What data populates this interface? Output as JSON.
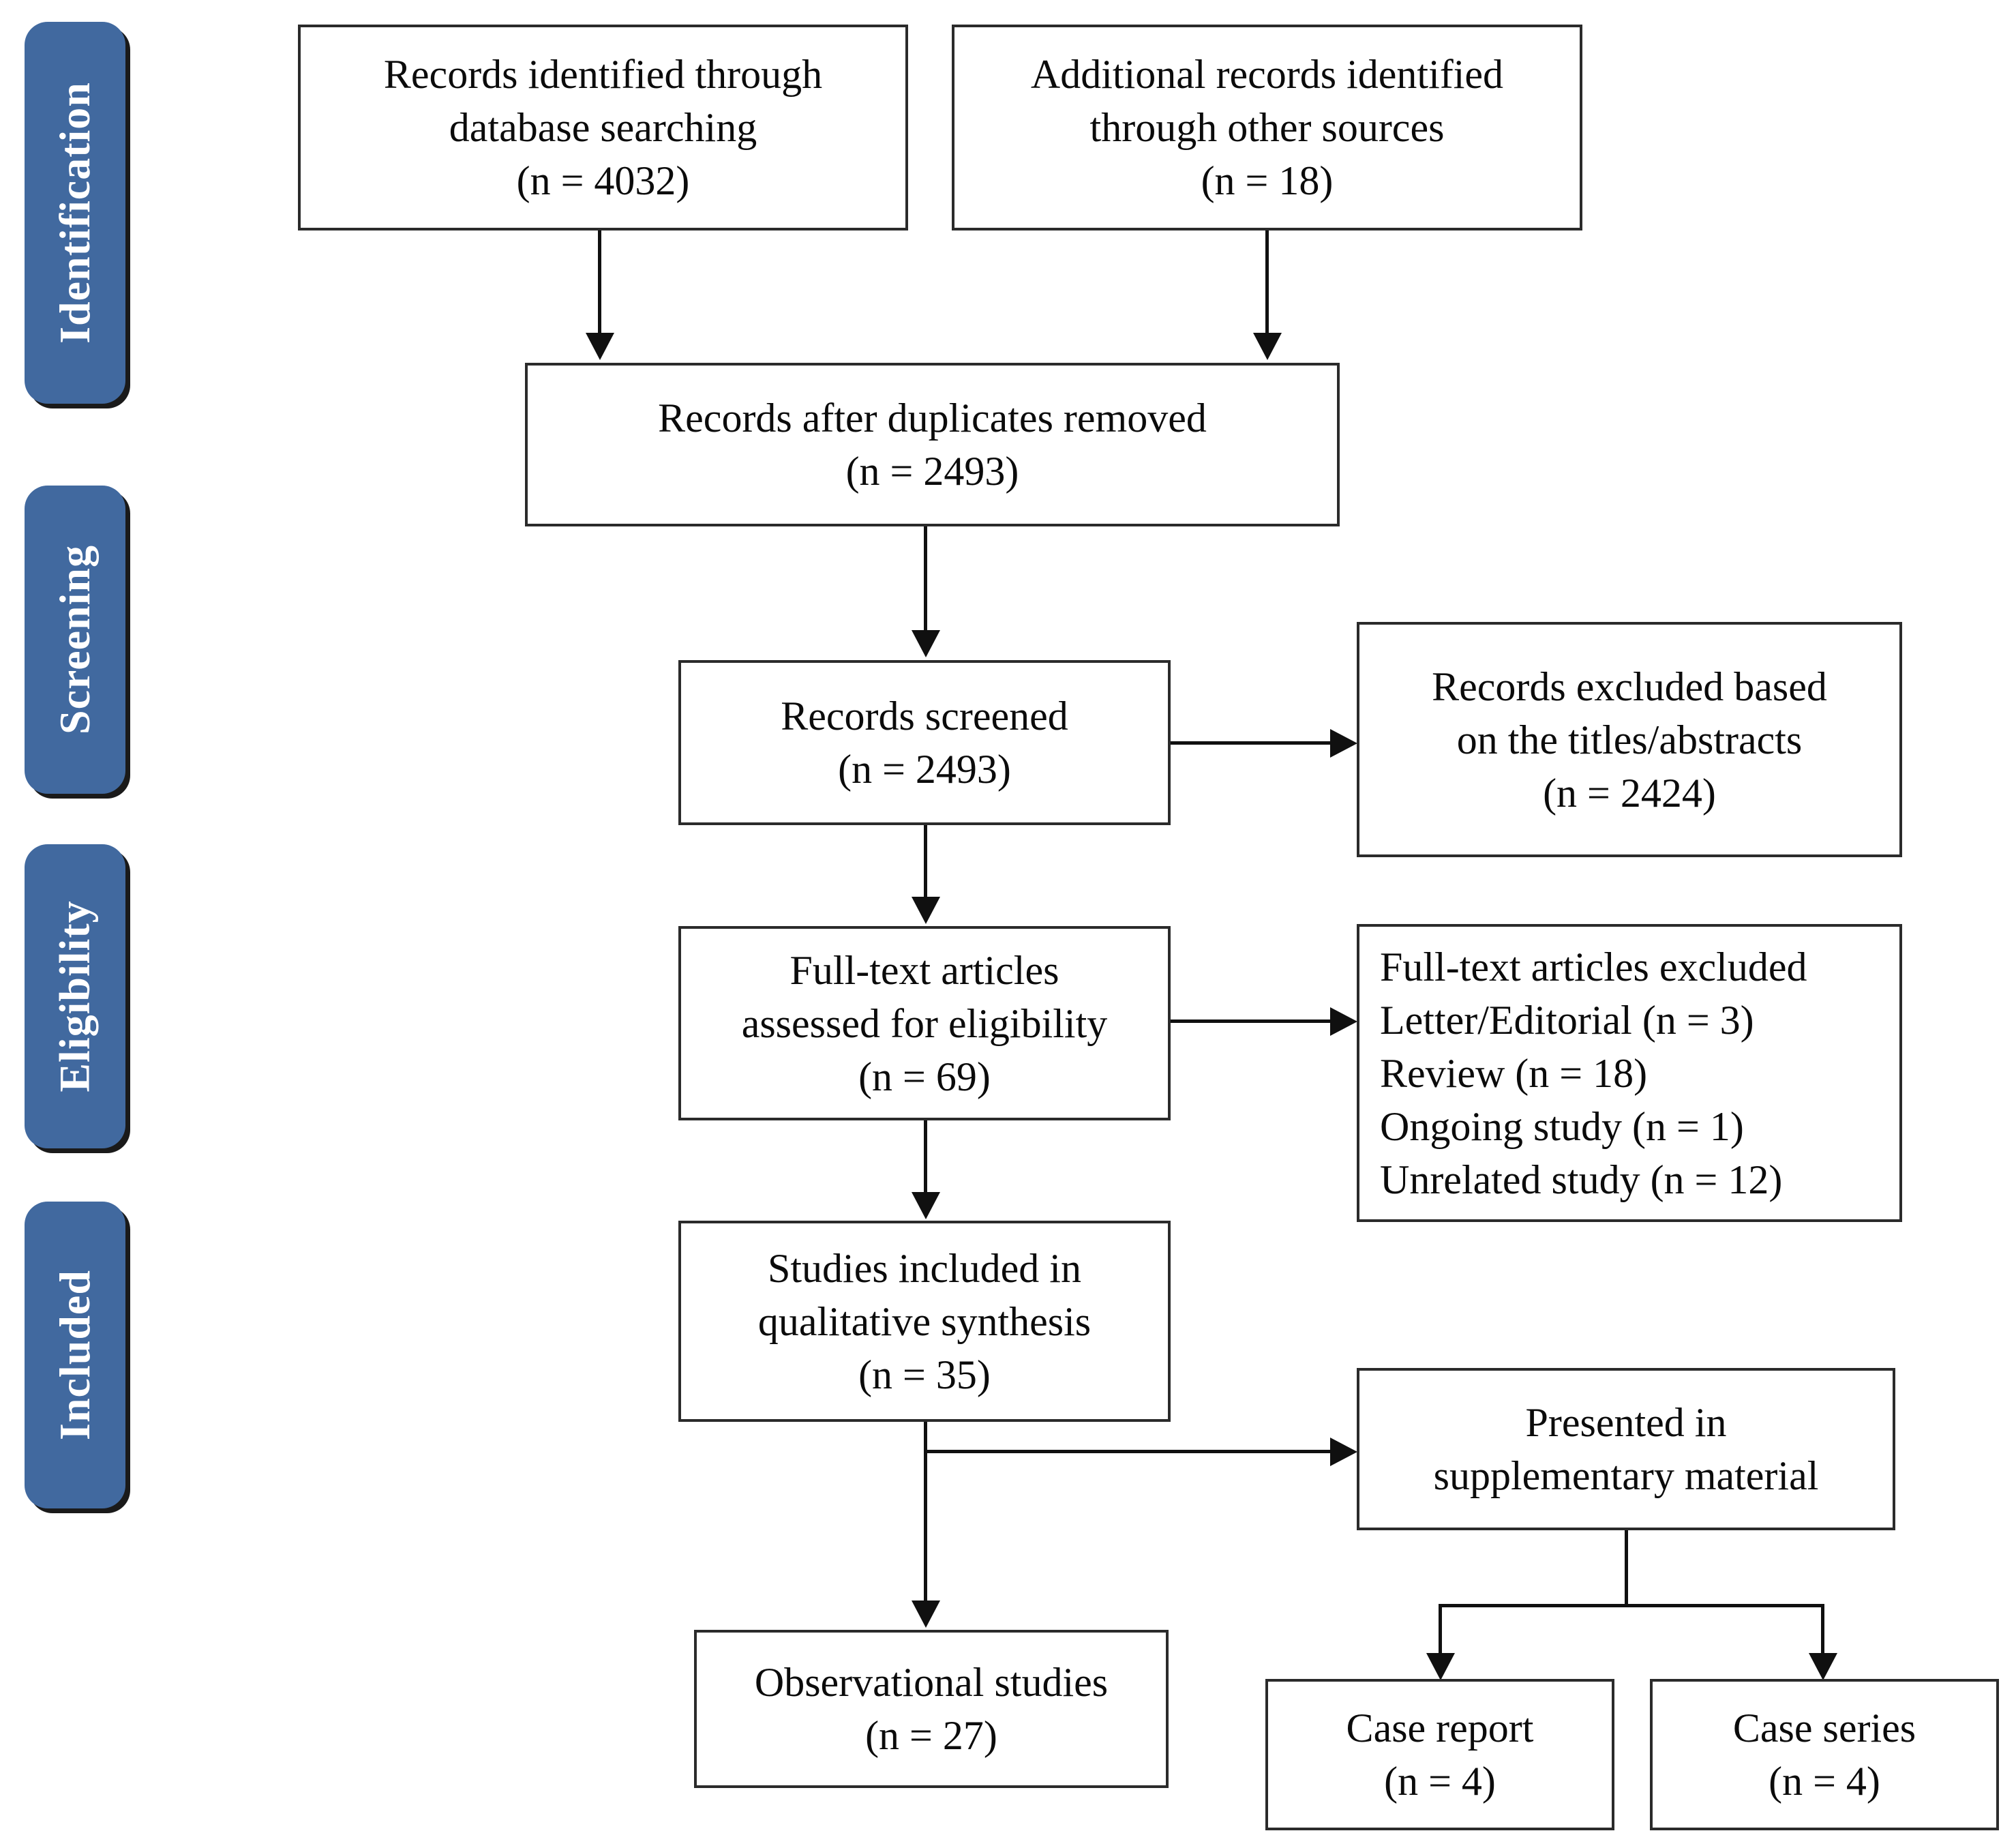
{
  "diagram": {
    "type": "prisma-flow-diagram",
    "title": "PRISMA study selection flow diagram"
  },
  "phases": [
    {
      "id": "identification",
      "label": "Identification"
    },
    {
      "id": "screening",
      "label": "Screening"
    },
    {
      "id": "eligibility",
      "label": "Eligibility"
    },
    {
      "id": "included",
      "label": "Included"
    }
  ],
  "nodes": {
    "db_search": {
      "label": "Records identified through\ndatabase searching\n(n = 4032)",
      "count": 4032
    },
    "other_sources": {
      "label": "Additional records identified\nthrough other sources\n(n = 18)",
      "count": 18
    },
    "after_duplicates": {
      "label": "Records after duplicates removed\n(n = 2493)",
      "count": 2493
    },
    "screened": {
      "label": "Records screened\n(n = 2493)",
      "count": 2493
    },
    "excluded_titles": {
      "label": "Records excluded based\non the titles/abstracts\n(n = 2424)",
      "count": 2424
    },
    "fulltext_assessed": {
      "label": "Full-text articles\nassessed for eligibility\n(n = 69)",
      "count": 69
    },
    "fulltext_excluded": {
      "label": "Full-text articles excluded\nLetter/Editorial (n = 3)\nReview (n = 18)\nOngoing study (n = 1)\nUnrelated study (n = 12)",
      "reasons": [
        {
          "reason": "Letter/Editorial",
          "count": 3
        },
        {
          "reason": "Review",
          "count": 18
        },
        {
          "reason": "Ongoing study",
          "count": 1
        },
        {
          "reason": "Unrelated study",
          "count": 12
        }
      ]
    },
    "qualitative_synthesis": {
      "label": "Studies included in\nqualitative synthesis\n(n = 35)",
      "count": 35
    },
    "supplementary": {
      "label": "Presented in\nsupplementary material"
    },
    "observational": {
      "label": "Observational studies\n(n = 27)",
      "count": 27
    },
    "case_report": {
      "label": "Case report\n(n = 4)",
      "count": 4
    },
    "case_series": {
      "label": "Case series\n(n = 4)",
      "count": 4
    }
  },
  "colors": {
    "phase_pill": "#41699f",
    "phase_text": "#ffffff",
    "box_border": "#2b2b2b",
    "connector": "#101010",
    "background": "#ffffff"
  }
}
